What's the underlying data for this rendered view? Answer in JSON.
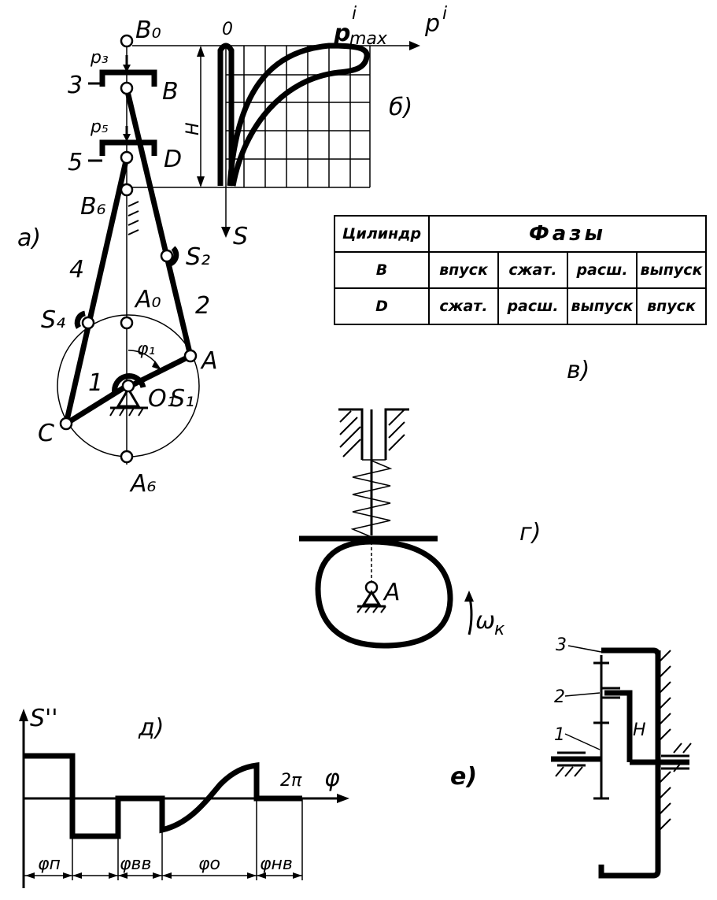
{
  "mechanism": {
    "panel_label": "а)",
    "points": {
      "B0": "B₀",
      "B": "B",
      "D": "D",
      "B6": "B₆",
      "A0": "A₀",
      "A": "A",
      "C": "C",
      "O1": "O₁",
      "S1": "S₁",
      "S2": "S₂",
      "S4": "S₄",
      "A6": "A₆"
    },
    "links": {
      "l1": "1",
      "l2": "2",
      "l3": "3",
      "l4": "4",
      "l5": "5"
    },
    "forces": {
      "p3": "p₃",
      "p5": "p₅"
    },
    "angle": "φ₁",
    "stroke": "H"
  },
  "indicator": {
    "panel_label": "б)",
    "origin": "0",
    "pmax": "p",
    "pmax_sup": "i",
    "pmax_sub": "max",
    "x_axis": "p",
    "x_axis_sup": "i",
    "y_axis": "S"
  },
  "phases_table": {
    "panel_label": "в)",
    "col_header": "Цилиндр",
    "group_header": "Фазы",
    "rows": [
      {
        "cylinder": "B",
        "phases": [
          "впуск",
          "сжат.",
          "расш.",
          "выпуск"
        ]
      },
      {
        "cylinder": "D",
        "phases": [
          "сжат.",
          "расш.",
          "выпуск",
          "впуск"
        ]
      }
    ]
  },
  "cam": {
    "panel_label": "г)",
    "pivot": "A",
    "omega": "ω",
    "omega_sub": "к"
  },
  "acceleration": {
    "panel_label": "д)",
    "y_axis": "S''",
    "x_axis": "φ",
    "end_mark": "2π",
    "intervals": [
      "φп",
      "φвв",
      "φо",
      "φнв"
    ]
  },
  "gear": {
    "panel_label": "е)",
    "labels": {
      "g1": "1",
      "g2": "2",
      "g3": "3",
      "carrier": "H"
    }
  }
}
